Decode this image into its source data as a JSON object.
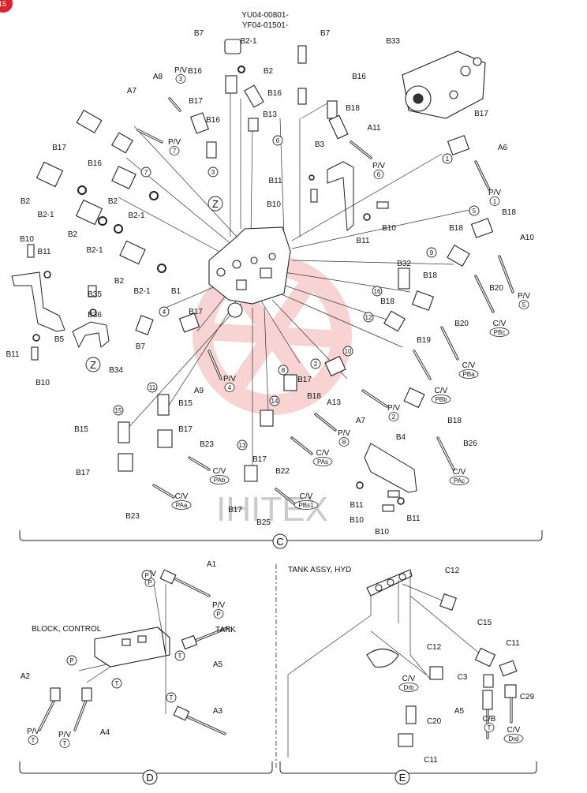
{
  "header": {
    "page_badge": "15",
    "serials": [
      "YU04-00801-",
      "YF04-01501-"
    ]
  },
  "watermark": "IHITEX",
  "sections": {
    "C": "C",
    "D": "D",
    "E": "E"
  },
  "subtitles": {
    "block_control": "BLOCK, CONTROL",
    "tank_assy": "TANK ASSY, HYD"
  },
  "callouts": [
    {
      "id": "c1",
      "text": "B7"
    },
    {
      "id": "c2",
      "text": "B2-1"
    },
    {
      "id": "c3",
      "text": "B7"
    },
    {
      "id": "c4",
      "text": "B33"
    },
    {
      "id": "c5",
      "text": "A8"
    },
    {
      "id": "c6",
      "text": "B16"
    },
    {
      "id": "c7",
      "text": "B2"
    },
    {
      "id": "c8",
      "text": "B16"
    },
    {
      "id": "c9",
      "text": "A7"
    },
    {
      "id": "c10",
      "text": "B17"
    },
    {
      "id": "c11",
      "text": "B16"
    },
    {
      "id": "c12",
      "text": "B13"
    },
    {
      "id": "c13",
      "text": "B16"
    },
    {
      "id": "c14",
      "text": "B18"
    },
    {
      "id": "c15",
      "text": "B17"
    },
    {
      "id": "c16",
      "text": "A11"
    },
    {
      "id": "c17",
      "text": "B17"
    },
    {
      "id": "c18",
      "text": "B16"
    },
    {
      "id": "c19",
      "text": "B3"
    },
    {
      "id": "c20",
      "text": "A6"
    },
    {
      "id": "c21",
      "text": "B2"
    },
    {
      "id": "c22",
      "text": "B2-1"
    },
    {
      "id": "c23",
      "text": "B2"
    },
    {
      "id": "c24",
      "text": "B2-1"
    },
    {
      "id": "c25",
      "text": "B11"
    },
    {
      "id": "c26",
      "text": "B10"
    },
    {
      "id": "c27",
      "text": "B2"
    },
    {
      "id": "c28",
      "text": "B2-1"
    },
    {
      "id": "c29",
      "text": "B11"
    },
    {
      "id": "c30",
      "text": "B10"
    },
    {
      "id": "c31",
      "text": "B18"
    },
    {
      "id": "c32",
      "text": "A10"
    },
    {
      "id": "c33",
      "text": "B10"
    },
    {
      "id": "c34",
      "text": "B11"
    },
    {
      "id": "c35",
      "text": "B18"
    },
    {
      "id": "c36",
      "text": "B2"
    },
    {
      "id": "c37",
      "text": "B2-1"
    },
    {
      "id": "c38",
      "text": "B1"
    },
    {
      "id": "c39",
      "text": "B32"
    },
    {
      "id": "c40",
      "text": "B35"
    },
    {
      "id": "c41",
      "text": "B36"
    },
    {
      "id": "c42",
      "text": "B17"
    },
    {
      "id": "c43",
      "text": "B18"
    },
    {
      "id": "c44",
      "text": "B20"
    },
    {
      "id": "c45",
      "text": "B18"
    },
    {
      "id": "c46",
      "text": "B20"
    },
    {
      "id": "c47",
      "text": "B11"
    },
    {
      "id": "c48",
      "text": "B5"
    },
    {
      "id": "c49",
      "text": "B34"
    },
    {
      "id": "c50",
      "text": "B7"
    },
    {
      "id": "c51",
      "text": "B19"
    },
    {
      "id": "c52",
      "text": "B10"
    },
    {
      "id": "c53",
      "text": "A9"
    },
    {
      "id": "c54",
      "text": "B17"
    },
    {
      "id": "c55",
      "text": "B18"
    },
    {
      "id": "c56",
      "text": "A13"
    },
    {
      "id": "c57",
      "text": "A7"
    },
    {
      "id": "c58",
      "text": "B18"
    },
    {
      "id": "c59",
      "text": "B15"
    },
    {
      "id": "c60",
      "text": "B15"
    },
    {
      "id": "c61",
      "text": "B17"
    },
    {
      "id": "c62",
      "text": "B17"
    },
    {
      "id": "c63",
      "text": "B23"
    },
    {
      "id": "c64",
      "text": "B22"
    },
    {
      "id": "c65",
      "text": "B4"
    },
    {
      "id": "c66",
      "text": "B26"
    },
    {
      "id": "c67",
      "text": "B17"
    },
    {
      "id": "c68",
      "text": "B23"
    },
    {
      "id": "c69",
      "text": "B17"
    },
    {
      "id": "c70",
      "text": "B11"
    },
    {
      "id": "c71",
      "text": "B10"
    },
    {
      "id": "c72",
      "text": "B25"
    },
    {
      "id": "c73",
      "text": "B11"
    },
    {
      "id": "c74",
      "text": "B10"
    },
    {
      "id": "d1",
      "text": "A1"
    },
    {
      "id": "d2",
      "text": "TANK"
    },
    {
      "id": "d3",
      "text": "A5"
    },
    {
      "id": "d4",
      "text": "A2"
    },
    {
      "id": "d5",
      "text": "A4"
    },
    {
      "id": "d6",
      "text": "A3"
    },
    {
      "id": "e1",
      "text": "C12"
    },
    {
      "id": "e2",
      "text": "C15"
    },
    {
      "id": "e3",
      "text": "C11"
    },
    {
      "id": "e4",
      "text": "C12"
    },
    {
      "id": "e5",
      "text": "C3"
    },
    {
      "id": "e6",
      "text": "C29"
    },
    {
      "id": "e7",
      "text": "A5"
    },
    {
      "id": "e8",
      "text": "C20"
    },
    {
      "id": "e9",
      "text": "C11"
    }
  ],
  "line_labels": [
    {
      "id": "l1",
      "top": "P/V",
      "bottom": "3"
    },
    {
      "id": "l2",
      "top": "P/V",
      "bottom": "7"
    },
    {
      "id": "l3",
      "top": "P/V",
      "bottom": "6"
    },
    {
      "id": "l4",
      "top": "P/V",
      "bottom": "1"
    },
    {
      "id": "l5",
      "top": "P/V",
      "bottom": "5"
    },
    {
      "id": "l6",
      "top": "C/V",
      "bottom": "PBc"
    },
    {
      "id": "l7",
      "top": "C/V",
      "bottom": "PBa"
    },
    {
      "id": "l8",
      "top": "P/V",
      "bottom": "4"
    },
    {
      "id": "l9",
      "top": "C/V",
      "bottom": "PBb"
    },
    {
      "id": "l10",
      "top": "P/V",
      "bottom": "2"
    },
    {
      "id": "l11",
      "top": "P/V",
      "bottom": "8"
    },
    {
      "id": "l12",
      "top": "C/V",
      "bottom": "PAs"
    },
    {
      "id": "l13",
      "top": "C/V",
      "bottom": "PAb"
    },
    {
      "id": "l14",
      "top": "C/V",
      "bottom": "PAc"
    },
    {
      "id": "l15",
      "top": "C/V",
      "bottom": "PAa"
    },
    {
      "id": "l16",
      "top": "C/V",
      "bottom": "PBs1"
    },
    {
      "id": "l17",
      "top": "P/V",
      "bottom": "P"
    },
    {
      "id": "l18",
      "top": "P/V",
      "bottom": "P"
    },
    {
      "id": "l19",
      "top": "P/V",
      "bottom": "T"
    },
    {
      "id": "l20",
      "top": "P/V",
      "bottom": "T"
    },
    {
      "id": "l21",
      "top": "C/V",
      "bottom": "Drb"
    },
    {
      "id": "l22",
      "top": "C/B",
      "bottom": "T"
    },
    {
      "id": "l23",
      "top": "C/V",
      "bottom": "Drd"
    }
  ],
  "markers": [
    {
      "id": "m1",
      "text": "3"
    },
    {
      "id": "m2",
      "text": "7"
    },
    {
      "id": "m3",
      "text": "6"
    },
    {
      "id": "m4",
      "text": "1"
    },
    {
      "id": "m5",
      "text": "5"
    },
    {
      "id": "m6",
      "text": "9"
    },
    {
      "id": "m7",
      "text": "16"
    },
    {
      "id": "m8",
      "text": "12"
    },
    {
      "id": "m9",
      "text": "4"
    },
    {
      "id": "m10",
      "text": "10"
    },
    {
      "id": "m11",
      "text": "2"
    },
    {
      "id": "m12",
      "text": "8"
    },
    {
      "id": "m13",
      "text": "11"
    },
    {
      "id": "m14",
      "text": "14"
    },
    {
      "id": "m15",
      "text": "15"
    },
    {
      "id": "m16",
      "text": "13"
    },
    {
      "id": "m17",
      "text": "Z"
    },
    {
      "id": "m18",
      "text": "Z"
    },
    {
      "id": "m19",
      "text": "P"
    },
    {
      "id": "m20",
      "text": "P"
    },
    {
      "id": "m21",
      "text": "T"
    },
    {
      "id": "m22",
      "text": "T"
    },
    {
      "id": "m23",
      "text": "T"
    }
  ]
}
